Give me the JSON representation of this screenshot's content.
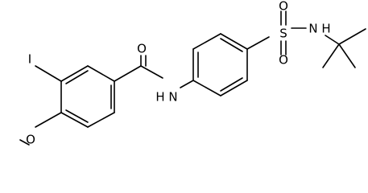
{
  "molecule": {
    "atom_labels": {
      "iodine": "I",
      "carbonyl_oxygen": "O",
      "amide_nitrogen": "H N",
      "sulfur": "S",
      "sulfonyl_oxygen_top": "O",
      "sulfonyl_oxygen_bottom": "O",
      "sulfonamide_nitrogen": "N H",
      "methoxy_oxygen": "O"
    }
  }
}
